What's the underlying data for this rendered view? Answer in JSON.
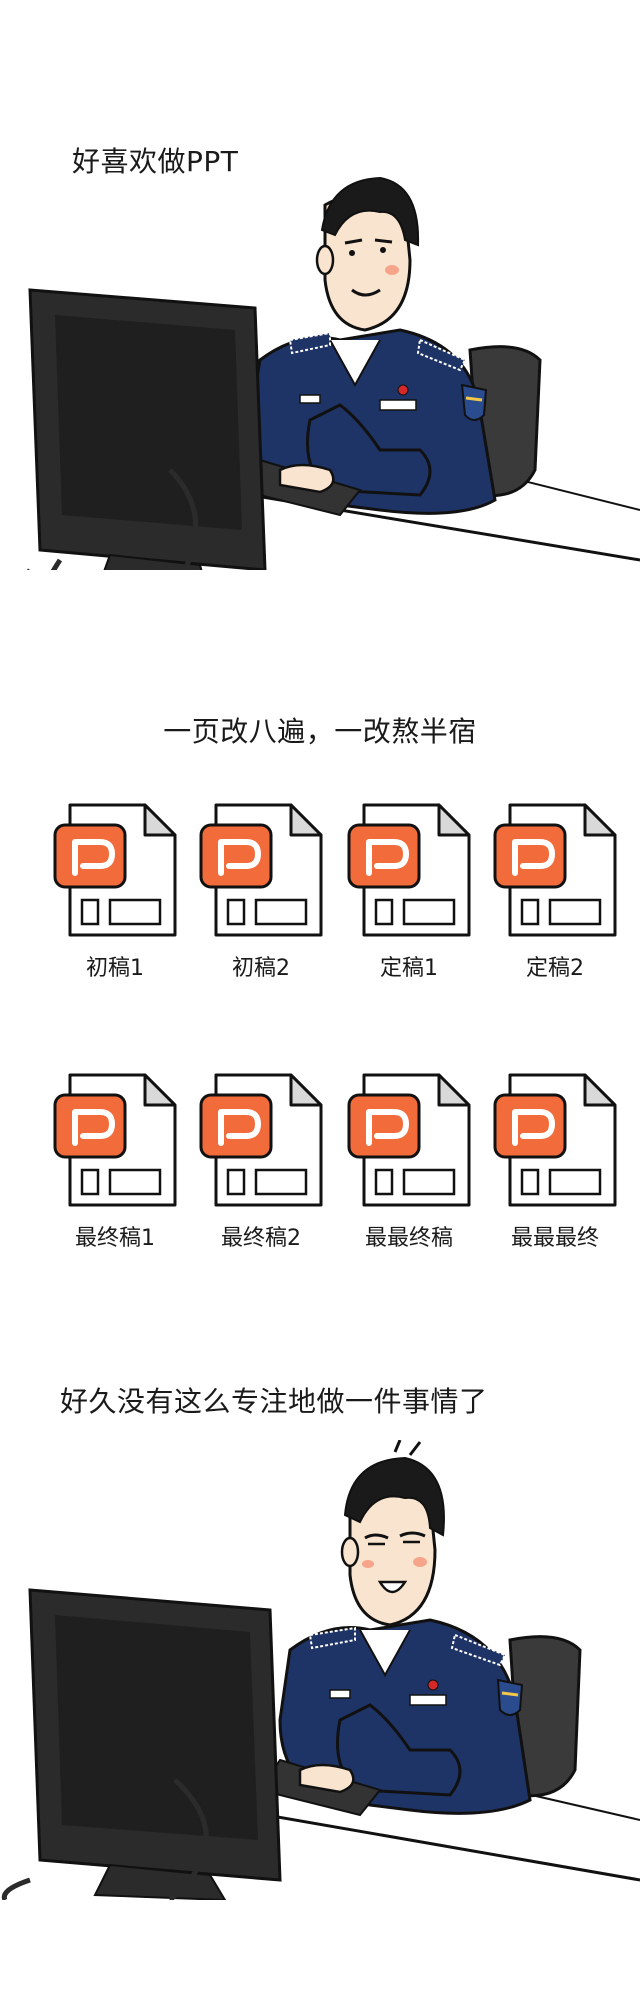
{
  "captions": {
    "top": "好喜欢做PPT",
    "middle": "一页改八遍，一改熬半宿",
    "bottom": "好久没有这么专注地做一件事情了"
  },
  "files_row1": [
    "初稿1",
    "初稿2",
    "定稿1",
    "定稿2"
  ],
  "files_row2": [
    "最终稿1",
    "最终稿2",
    "最最终稿",
    "最最最终"
  ],
  "icons": {
    "file": "ppt-file-icon",
    "badge_letter": "P"
  },
  "colors": {
    "ppt_orange": "#f26b3a",
    "uniform_navy": "#1f3466",
    "monitor": "#2b2b2b",
    "chair": "#3a3a3a",
    "skin": "#f8e4cf",
    "outline": "#111111"
  }
}
